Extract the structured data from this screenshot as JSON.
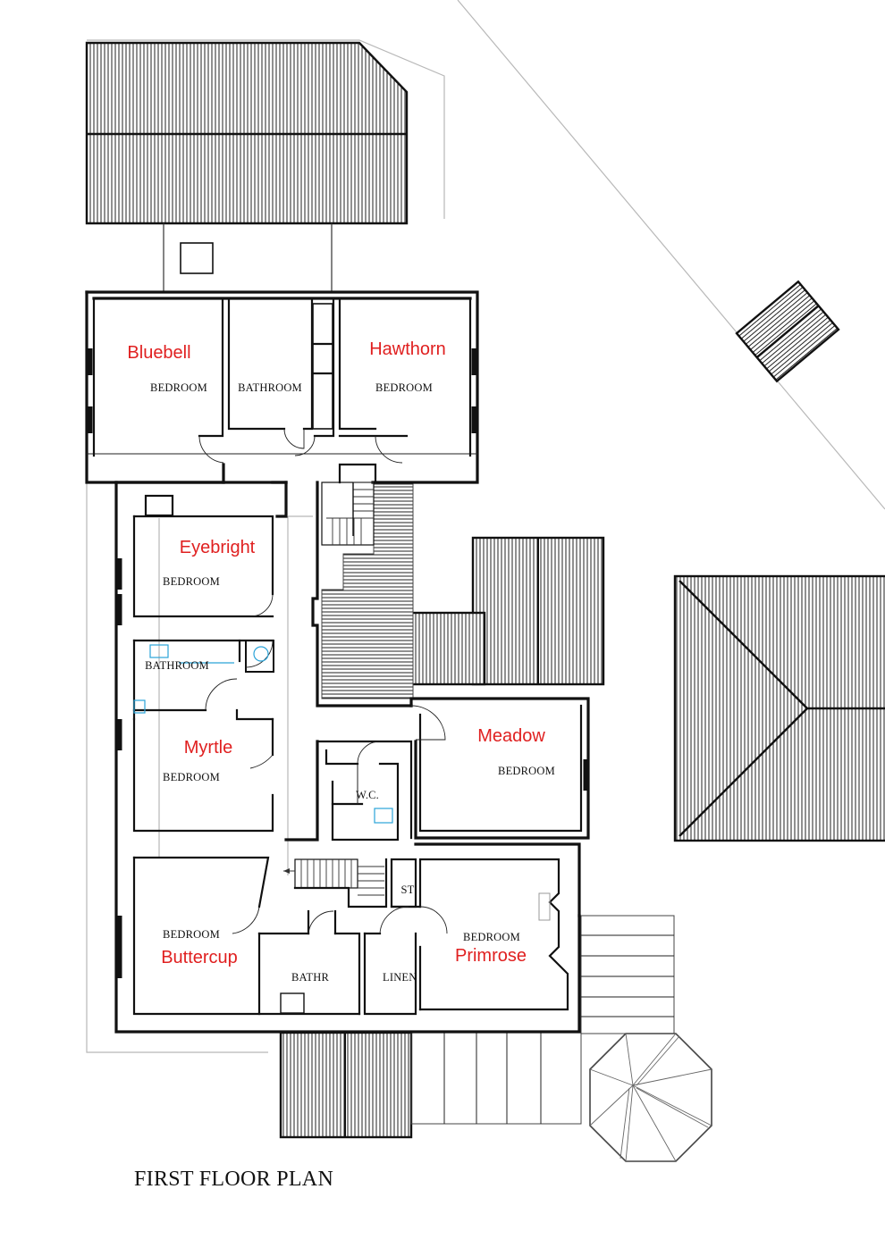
{
  "title": "FIRST FLOOR PLAN",
  "rooms": {
    "bluebell": {
      "name": "Bluebell",
      "type": "BEDROOM"
    },
    "bathroom_top": {
      "type": "BATHROOM"
    },
    "hawthorn": {
      "name": "Hawthorn",
      "type": "BEDROOM"
    },
    "eyebright": {
      "name": "Eyebright",
      "type": "BEDROOM"
    },
    "bathroom_left": {
      "type": "BATHROOM"
    },
    "myrtle": {
      "name": "Myrtle",
      "type": "BEDROOM"
    },
    "meadow": {
      "name": "Meadow",
      "type": "BEDROOM"
    },
    "wc": {
      "type": "W.C."
    },
    "buttercup": {
      "name": "Buttercup",
      "type": "BEDROOM"
    },
    "bathr": {
      "type": "BATHR"
    },
    "linen": {
      "type": "LINEN"
    },
    "st": {
      "type": "ST"
    },
    "primrose": {
      "name": "Primrose",
      "type": "BEDROOM"
    }
  },
  "colors": {
    "room_name": "#e02020",
    "walls": "#111111",
    "fixtures": "#2aa3d8"
  }
}
